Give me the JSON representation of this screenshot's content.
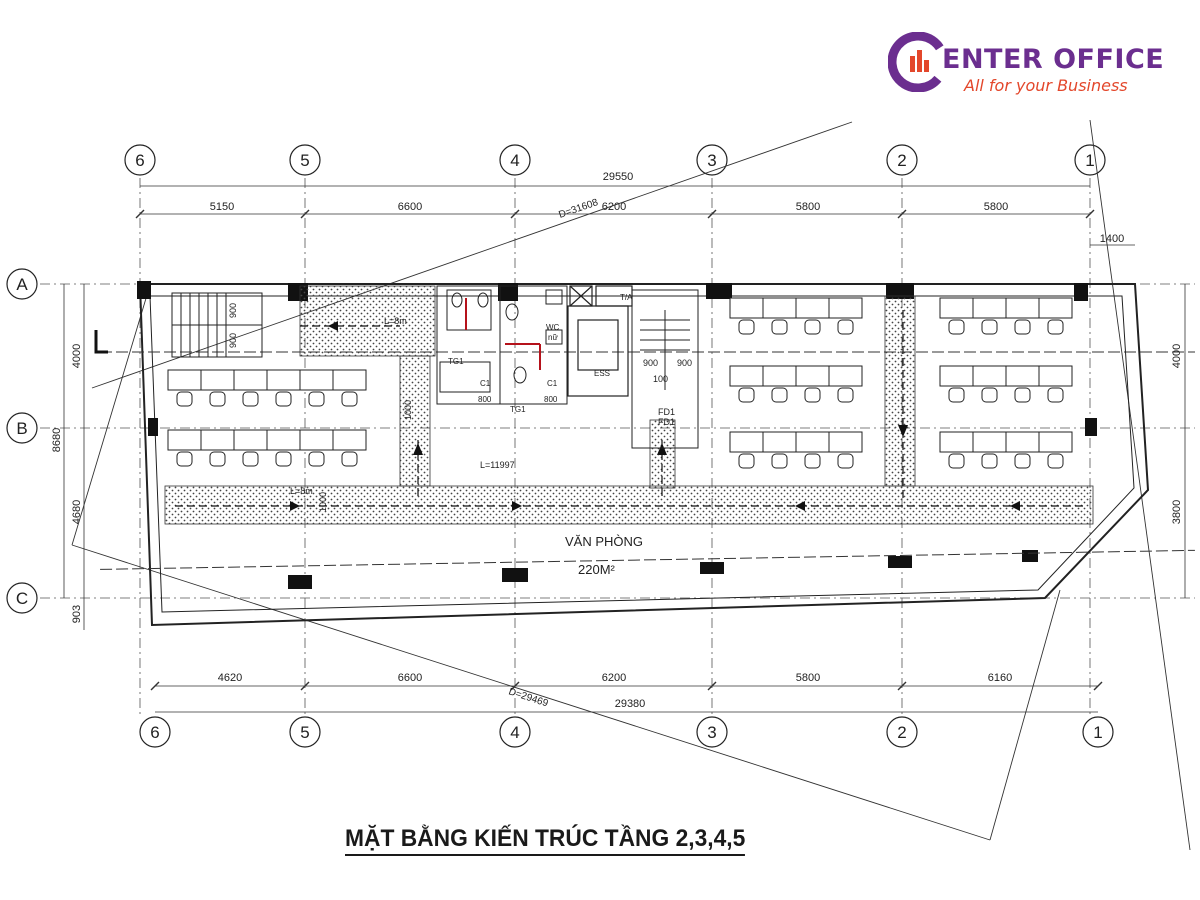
{
  "logo": {
    "title_mark": "C",
    "title_rest": "ENTER OFFICE",
    "tagline": "All for your Business",
    "colors": {
      "purple": "#6b2e8f",
      "orange": "#e3472b"
    }
  },
  "caption": "MẶT BẰNG KIẾN TRÚC TẦNG 2,3,4,5",
  "grid": {
    "columns": [
      "6",
      "5",
      "4",
      "3",
      "2",
      "1"
    ],
    "rows": [
      "A",
      "B",
      "C"
    ]
  },
  "dimensions": {
    "top_total": "29550",
    "top_spans": [
      "5150",
      "6600",
      "6200",
      "5800",
      "5800"
    ],
    "top_extra": "1400",
    "bottom_total": "29380",
    "bottom_spans": [
      "4620",
      "6600",
      "6200",
      "5800",
      "6160"
    ],
    "left_total": "8680",
    "left_spans": [
      "4000",
      "4680",
      "903"
    ],
    "right_spans": [
      "4000",
      "3800"
    ],
    "diagonal_top": "D=31608",
    "diagonal_bottom": "D=29469"
  },
  "labels": {
    "room_name": "VĂN PHÒNG",
    "room_area": "220M²",
    "corridor_length": "L=11997",
    "wc": "WC",
    "wc_sub": "nữ",
    "lift": "ESS",
    "lift_small": "T/A",
    "cl_1": "C1",
    "cl_2": "C1",
    "tg_1": "TG1",
    "tg_2": "TG1",
    "fd_1": "FD1",
    "fd_2": "FD1",
    "door_1": "800",
    "door_2": "800",
    "stair_1": "900",
    "stair_2": "900",
    "stair_3": "900",
    "stair_4": "900",
    "lift_100": "100",
    "corr_1000": "1000",
    "l8m": "L=8m"
  }
}
